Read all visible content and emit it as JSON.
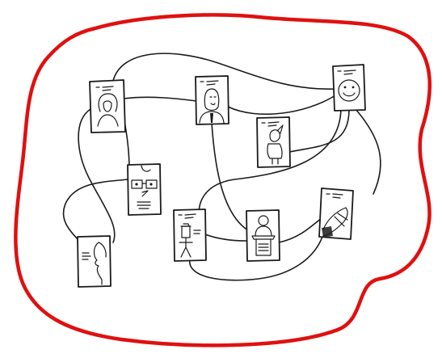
{
  "diagram": {
    "enclosure_color": "#e01010",
    "ink_color": "#1a1a1a",
    "cards": [
      {
        "id": "woman-card",
        "icon": "woman-portrait-icon"
      },
      {
        "id": "bald-man-card",
        "icon": "man-portrait-icon"
      },
      {
        "id": "smiley-card",
        "icon": "smiley-face-icon"
      },
      {
        "id": "kid-card",
        "icon": "child-figure-icon"
      },
      {
        "id": "glasses-card",
        "icon": "glasses-face-icon"
      },
      {
        "id": "cap-card",
        "icon": "cap-figure-icon"
      },
      {
        "id": "speaker-card",
        "icon": "podium-speaker-icon"
      },
      {
        "id": "guitar-card",
        "icon": "guitar-icon"
      },
      {
        "id": "profile-card",
        "icon": "profile-face-icon"
      }
    ]
  }
}
